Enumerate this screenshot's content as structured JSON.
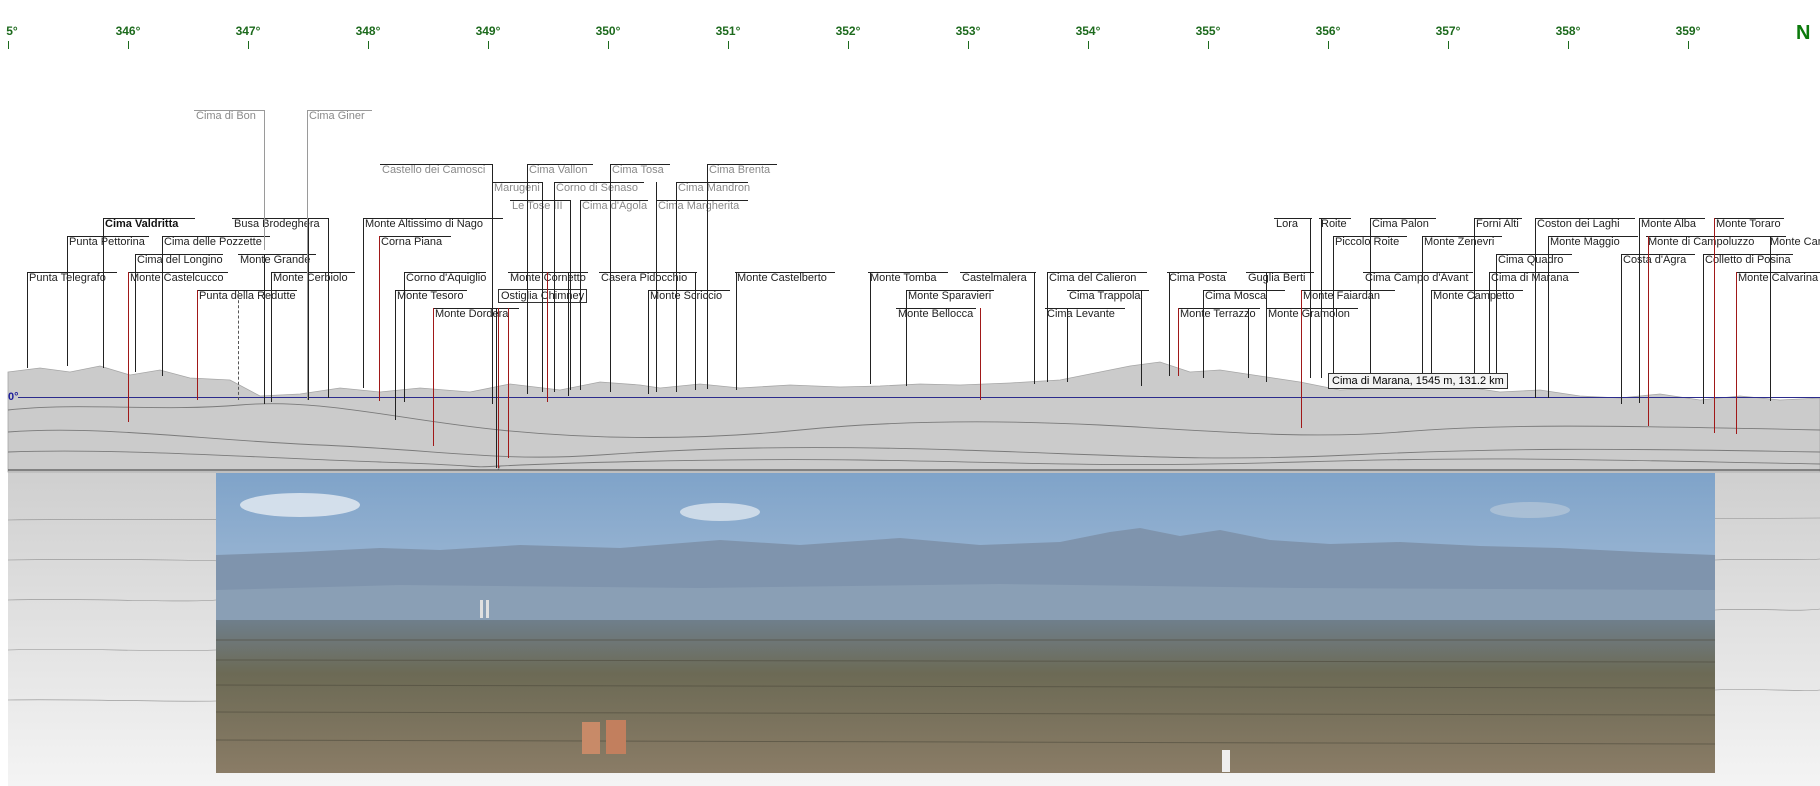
{
  "compass": {
    "north_label": "N",
    "degrees": [
      "5°",
      "346°",
      "347°",
      "348°",
      "349°",
      "350°",
      "351°",
      "352°",
      "353°",
      "354°",
      "355°",
      "356°",
      "357°",
      "358°",
      "359°"
    ]
  },
  "horizon_label": "0°",
  "tooltip": "Cima di Marana, 1545 m, 131.2 km",
  "colors": {
    "degree_green": "#1d6a1d",
    "north_green": "#0b7a0b",
    "horizon_blue": "#2b2b8c",
    "peak_line_red": "#a01818",
    "terrain_grey": "#c9c9c9"
  },
  "peaks": [
    "Cima di Bon",
    "Cima Giner",
    "Castello dei Camosci",
    "Cima Vallon",
    "Cima Tosa",
    "Cima Brenta",
    "Marugeni",
    "Corno di Senaso",
    "Cima Mandron",
    "Le Tose III",
    "Cima d'Agola",
    "Cima Margherita",
    "Cima Valdritta",
    "Busa Brodeghera",
    "Monte Altissimo di Nago",
    "Punta Pettorina",
    "Cima delle Pozzette",
    "Corna Piana",
    "Cima del Longino",
    "Monte Grande",
    "Punta Telegrafo",
    "Monte Castelcucco",
    "Monte Cerbiolo",
    "Corno d'Aquiglio",
    "Monte Cornetto",
    "Casera Pidocchio",
    "Monte Castelberto",
    "Punta della Redutte",
    "Monte Tesoro",
    "Ostiglia Chimney",
    "Monte Scriccio",
    "Monte Dordera",
    "Monte Tomba",
    "Castelmalera",
    "Cima del Calieron",
    "Monte Sparavieri",
    "Cima Trappola",
    "Monte Bellocca",
    "Cima Levante",
    "Cima Posta",
    "Guglia Berti",
    "Cima Campo d'Avant",
    "Cima di Marana",
    "Cima Mosca",
    "Monte Faiardan",
    "Monte Campetto",
    "Monte Terrazzo",
    "Monte Gramolon",
    "Lora",
    "Roite",
    "Cima Palon",
    "Forni Alti",
    "Coston dei Laghi",
    "Monte Alba",
    "Monte Toraro",
    "Piccolo Roite",
    "Monte Zenevri",
    "Monte Maggio",
    "Monte di Campoluzzo",
    "Monte Cam",
    "Cima Quadro",
    "Costa d'Agra",
    "Colletto di Posina",
    "Monte Calvarina"
  ]
}
